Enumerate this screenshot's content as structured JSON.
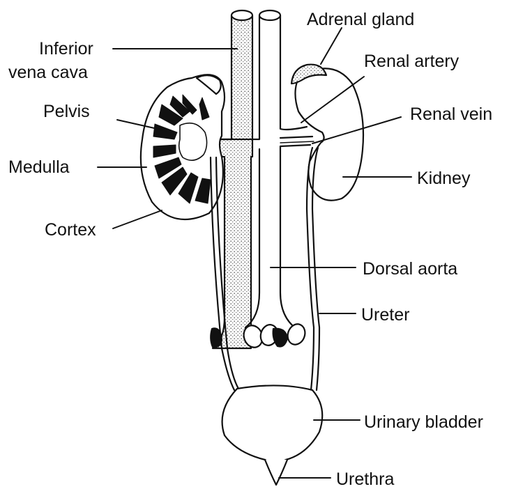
{
  "labels": {
    "inferior_vena_cava_1": "Inferior",
    "inferior_vena_cava_2": "vena cava",
    "pelvis": "Pelvis",
    "medulla": "Medulla",
    "cortex": "Cortex",
    "adrenal_gland": "Adrenal gland",
    "renal_artery": "Renal artery",
    "renal_vein": "Renal vein",
    "kidney": "Kidney",
    "dorsal_aorta": "Dorsal aorta",
    "ureter": "Ureter",
    "urinary_bladder": "Urinary bladder",
    "urethra": "Urethra"
  }
}
